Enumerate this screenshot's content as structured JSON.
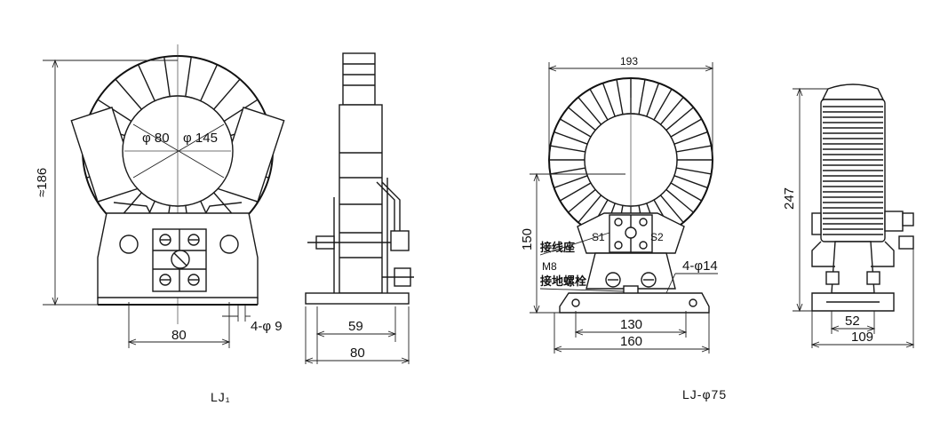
{
  "lj1": {
    "caption": "LJ₁",
    "front": {
      "dim_height": "≈186",
      "dim_inner": "φ 80",
      "dim_outer": "φ 145",
      "dim_width": "80",
      "dim_holes": "4-φ 9"
    },
    "side": {
      "dim_inner": "59",
      "dim_outer": "80"
    }
  },
  "lj75": {
    "caption": "LJ-φ75",
    "front": {
      "dim_width": "193",
      "dim_height": "150",
      "terminal_s1": "S1",
      "terminal_s2": "S2",
      "label_terminal_block": "接线座",
      "label_bolt_size": "M8",
      "label_ground_bolt": "接地螺栓",
      "dim_holes": "4-φ14",
      "dim_inner": "130",
      "dim_outer": "160"
    },
    "side": {
      "dim_height": "247",
      "dim_inner": "52",
      "dim_outer": "109"
    }
  }
}
